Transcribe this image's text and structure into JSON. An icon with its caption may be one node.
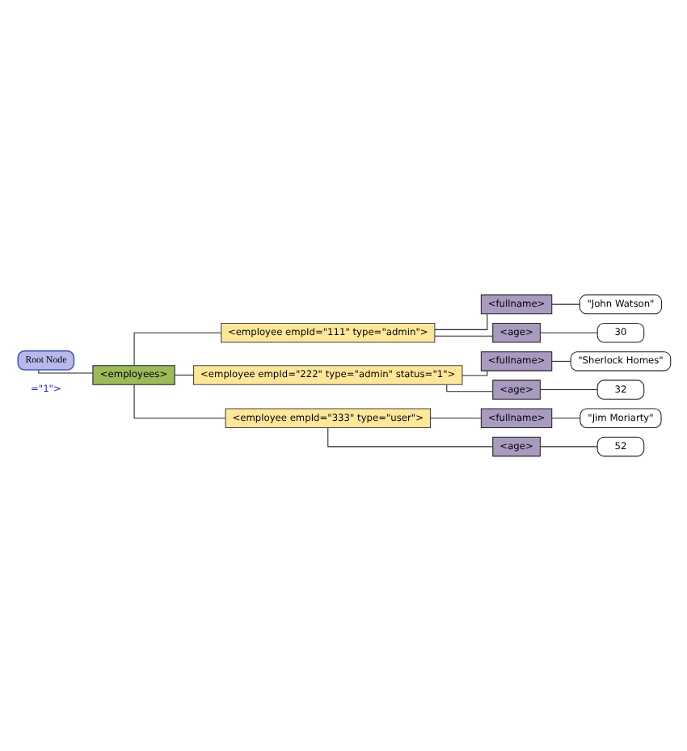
{
  "diagram": {
    "nodes": [
      {
        "text": [
          "Root Node"
        ]
      },
      {
        "text": [
          "<employees>"
        ]
      },
      {
        "text": [
          "<employee empId=\"111\" type=\"admin\">"
        ]
      },
      {
        "text": [
          "<fullname>"
        ]
      },
      {
        "text": [
          "\"John Watson\""
        ]
      },
      {
        "text": [
          "<age>"
        ]
      },
      {
        "text": [
          "30"
        ]
      },
      {
        "text": [
          "<employee empId=\"222\" type=\"admin\" status=\"1\">"
        ]
      },
      {
        "text": [
          "<fullname>"
        ]
      },
      {
        "text": [
          "\"Sherlock Homes\""
        ]
      },
      {
        "text": [
          "<age>"
        ]
      },
      {
        "text": [
          "32"
        ]
      },
      {
        "text": [
          "<employee empId=\"333\" type=\"user\">"
        ]
      },
      {
        "text": [
          "<fullname>"
        ]
      },
      {
        "text": [
          "\"Jim Moriarty\""
        ]
      },
      {
        "text": [
          "<age>"
        ]
      },
      {
        "text": [
          "52"
        ]
      }
    ],
    "edges": [
      {
        "from": 0,
        "to": 1,
        "arrow": "none"
      },
      {
        "from": 1,
        "to": 2,
        "arrow": "none"
      },
      {
        "from": 2,
        "to": 3,
        "arrow": "none"
      },
      {
        "from": 3,
        "to": 4,
        "arrow": "none"
      },
      {
        "from": 2,
        "to": 5,
        "arrow": "none"
      },
      {
        "from": 5,
        "to": 6,
        "arrow": "none"
      },
      {
        "from": 1,
        "to": 7,
        "arrow": "none"
      },
      {
        "from": 7,
        "to": 8,
        "arrow": "none"
      },
      {
        "from": 8,
        "to": 9,
        "arrow": "none"
      },
      {
        "from": 7,
        "to": 10,
        "arrow": "none"
      },
      {
        "from": 10,
        "to": 11,
        "arrow": "none"
      },
      {
        "from": 1,
        "to": 12,
        "arrow": "none"
      },
      {
        "from": 12,
        "to": 13,
        "arrow": "none"
      },
      {
        "from": 13,
        "to": 14,
        "arrow": "none"
      },
      {
        "from": 12,
        "to": 15,
        "arrow": "none"
      },
      {
        "from": 15,
        "to": 16,
        "arrow": "none"
      }
    ],
    "labels": [
      "=\"1\">"
    ]
  }
}
